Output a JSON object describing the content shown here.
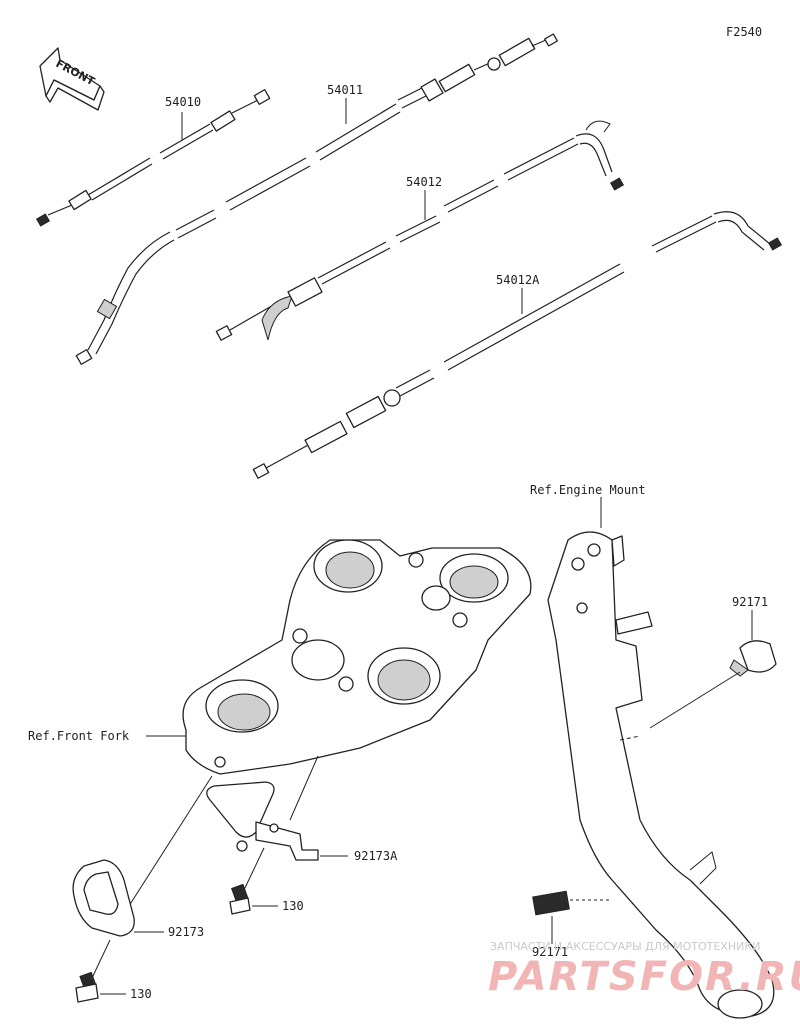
{
  "figure_code": "F2540",
  "front_label": "FRONT",
  "parts": {
    "cable_54010": "54010",
    "cable_54011": "54011",
    "cable_54012": "54012",
    "cable_54012a": "54012A",
    "clamp_92171_upper": "92171",
    "clamp_92171_lower": "92171",
    "guide_92173a": "92173A",
    "guide_92173": "92173",
    "bolt_130_upper": "130",
    "bolt_130_lower": "130"
  },
  "references": {
    "engine_mount": "Ref.Engine Mount",
    "front_fork": "Ref.Front Fork"
  },
  "watermark": {
    "line1": "ЗАПЧАСТИ И АКСЕССУАРЫ ДЛЯ МОТОТЕХНИКИ",
    "line2": "PARTSFOR.RU"
  }
}
